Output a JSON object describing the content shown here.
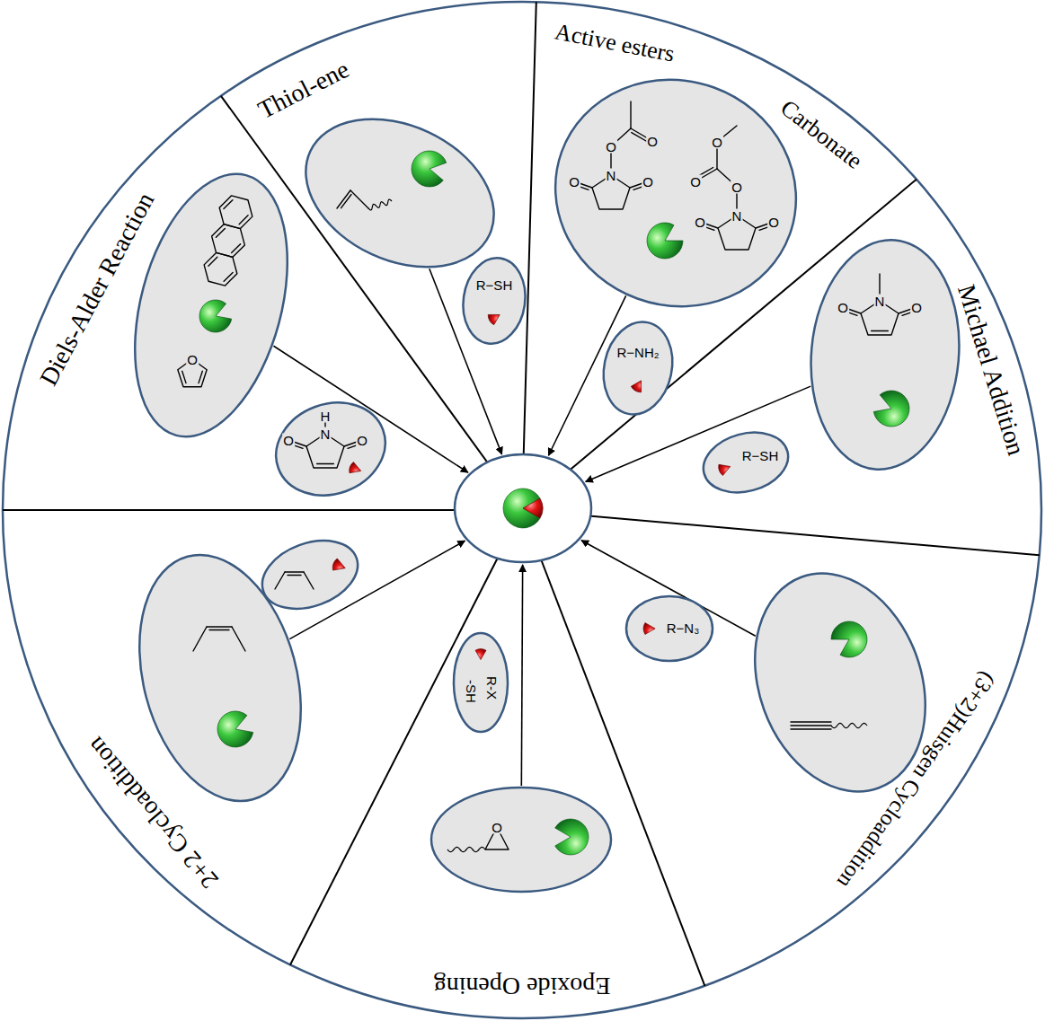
{
  "diagram": {
    "nodes": [
      {
        "text": [
          "O"
        ]
      },
      {
        "text": [
          "H",
          "N",
          "O",
          "O"
        ]
      },
      {
        "text": []
      },
      {
        "text": [
          "R−SH"
        ]
      },
      {
        "text": [
          "O",
          "O",
          "N",
          "O",
          "O",
          "O",
          "O",
          "O",
          "N",
          "O",
          "O"
        ]
      },
      {
        "text": [
          "R−NH₂"
        ]
      },
      {
        "text": [
          "O",
          "N",
          "O"
        ]
      },
      {
        "text": [
          "R−SH"
        ]
      },
      {
        "text": []
      },
      {
        "text": [
          "R−N₃"
        ]
      },
      {
        "text": [
          "O"
        ]
      },
      {
        "text": [
          "R-X",
          "-SH"
        ]
      },
      {
        "text": []
      },
      {
        "text": []
      }
    ],
    "edges": [
      {
        "from": 0,
        "to": 13,
        "arrow": "to"
      },
      {
        "from": 2,
        "to": 13,
        "arrow": "to"
      },
      {
        "from": 4,
        "to": 13,
        "arrow": "to"
      },
      {
        "from": 6,
        "to": 13,
        "arrow": "to"
      },
      {
        "from": 8,
        "to": 13,
        "arrow": "to"
      },
      {
        "from": 10,
        "to": 13,
        "arrow": "to"
      },
      {
        "from": 12,
        "to": 13,
        "arrow": "to"
      }
    ],
    "labels": [
      "Diels-Alder Reaction",
      "Thiol-ene",
      "Active esters",
      "Carbonate",
      "Michael Addition",
      "(3+2)Huisgen Cycloaddition",
      "Epoxide Opening",
      "2+2 Cycloaddition"
    ]
  }
}
